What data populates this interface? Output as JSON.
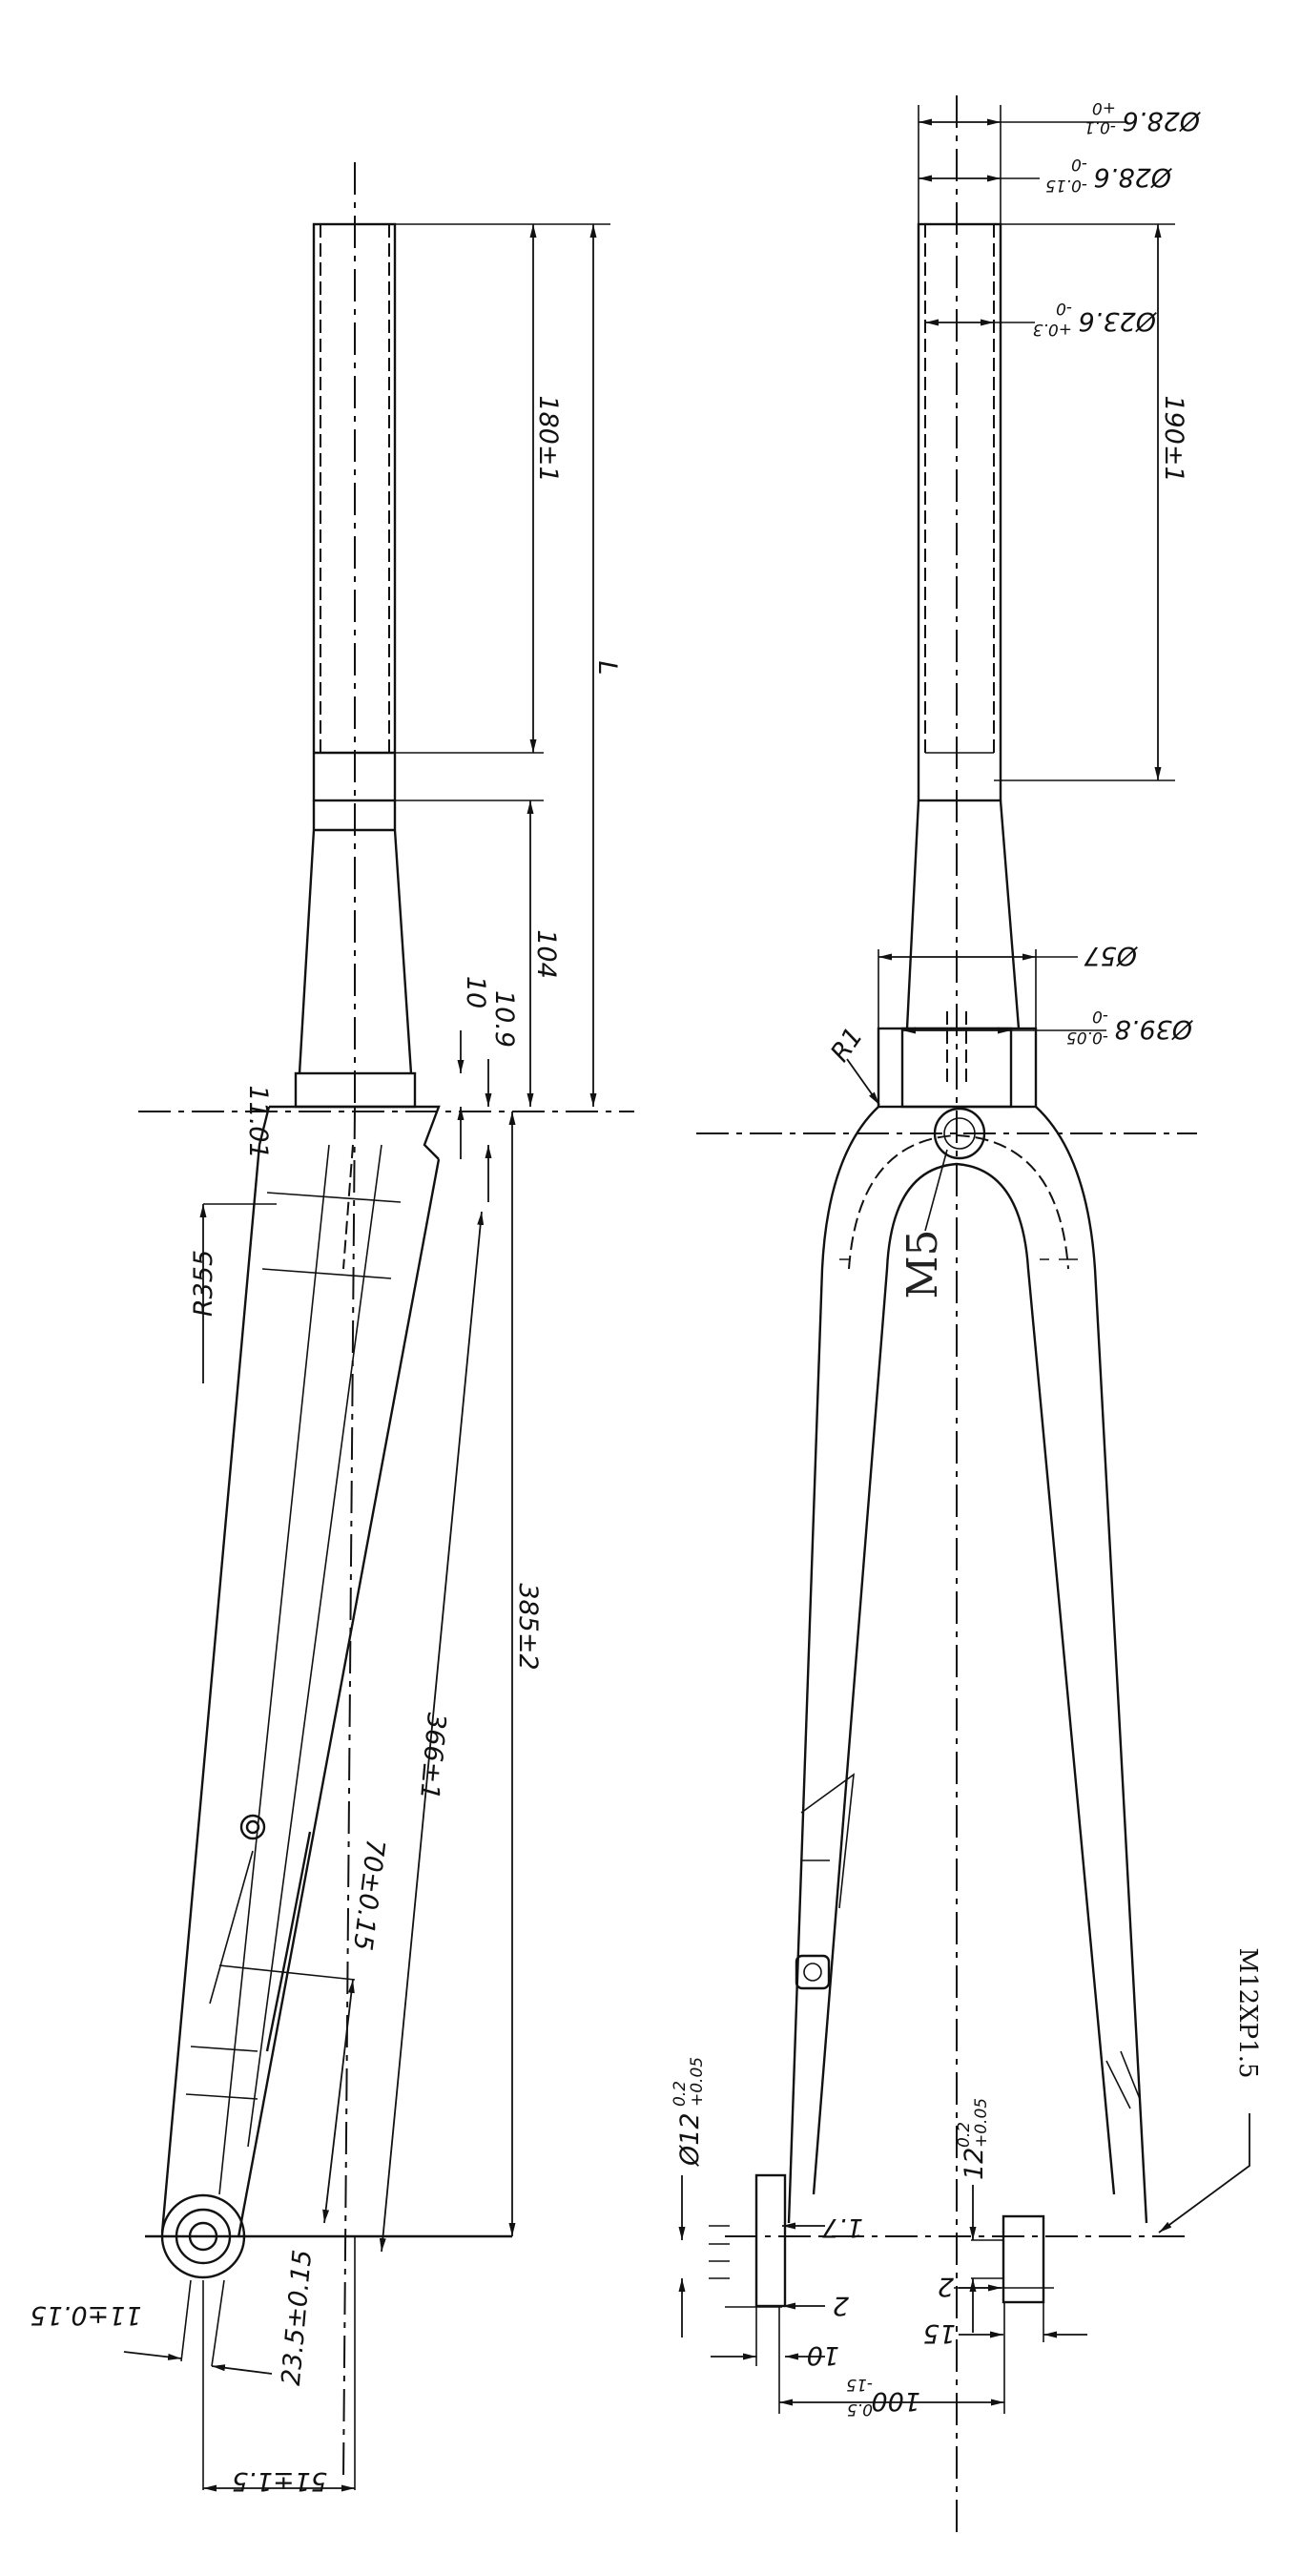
{
  "left_view": {
    "dims": {
      "steerer_length": "180±1",
      "overall_length": "L",
      "taper_length": "104",
      "crown_race_height": "10",
      "crown_height": "10.9",
      "crown_offset": "11.01",
      "radius": "R355",
      "axle_to_crown": "385±2",
      "blade_length": "366±1",
      "dropout_length": "70±0.15",
      "dropout_offset": "23.5±0.15",
      "axle_offset": "11±0.15",
      "rake": "51±1.5"
    }
  },
  "right_view": {
    "dims": {
      "steerer_od_top": {
        "main": "Ø28.6",
        "upper": "+0",
        "lower": "-0.1"
      },
      "steerer_od": {
        "main": "Ø28.6",
        "upper": "-0",
        "lower": "-0.15"
      },
      "steerer_id": {
        "main": "Ø23.6",
        "upper": "-0",
        "lower": "+0.3"
      },
      "steerer_insert_length": "190±1",
      "crown_od": "Ø57",
      "crown_race_seat": {
        "main": "Ø39.8",
        "upper": "-0",
        "lower": "-0.05"
      },
      "fillet_radius": "R1",
      "brake_bolt": "M5",
      "thread": "M12XP1.5",
      "axle_left": {
        "main": "Ø12",
        "upper": "0.2",
        "lower": "+0.05"
      },
      "axle_right": {
        "main": "12",
        "upper": "0.2",
        "lower": "+0.05"
      },
      "face_gap": "1.7",
      "face_step_left": "2",
      "face_step_right": "2",
      "dropout_width_left": "10",
      "dropout_width_right": "15",
      "hub_spacing": {
        "main": "100",
        "upper": "0.5",
        "lower": "-15"
      }
    }
  }
}
